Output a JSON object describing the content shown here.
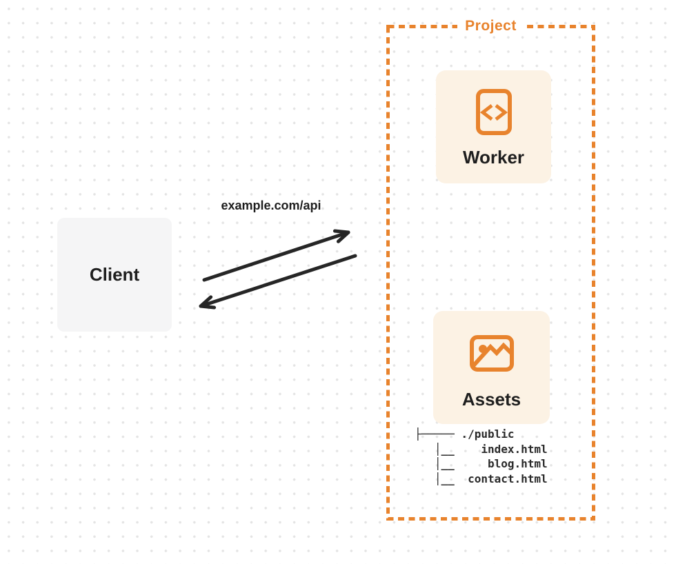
{
  "colors": {
    "accent": "#E8832D",
    "card_bg": "#FCF2E4",
    "client_bg": "#F5F5F6",
    "text": "#1E1E1E",
    "arrow": "#262626",
    "dot": "#E4E4E4",
    "bg": "#FFFFFF",
    "tree_text": "#2A2A2A"
  },
  "client": {
    "label": "Client"
  },
  "request": {
    "label": "example.com/api"
  },
  "project": {
    "label": "Project",
    "worker": {
      "label": "Worker",
      "icon": "code-document-icon"
    },
    "assets": {
      "label": "Assets",
      "icon": "image-icon"
    },
    "file_tree": [
      "├───── ./public",
      "   │__    index.html",
      "   │__     blog.html",
      "   │__  contact.html"
    ]
  }
}
